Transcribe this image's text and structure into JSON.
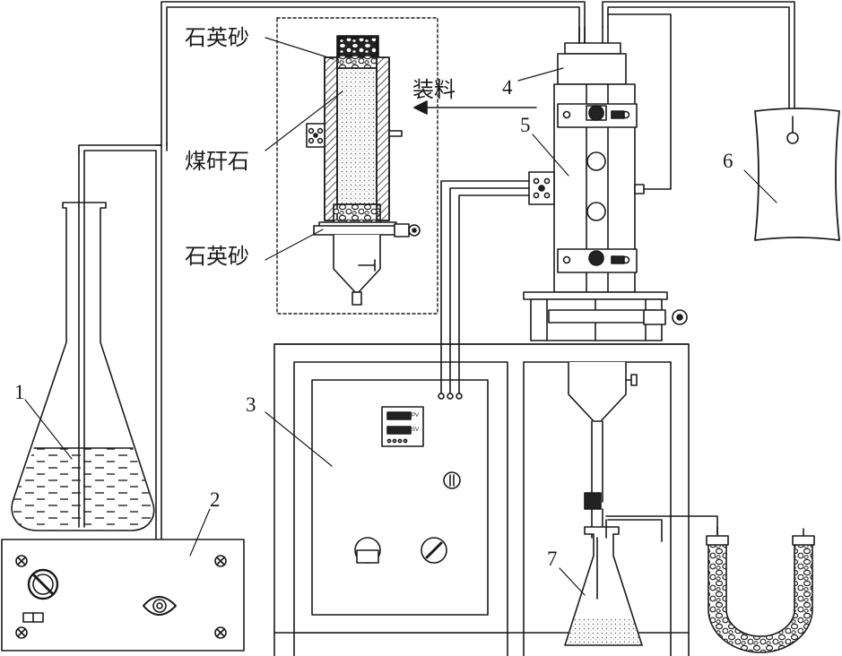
{
  "labels": {
    "quartz_sand_top": "石英砂",
    "coal_gangue": "煤矸石",
    "quartz_sand_bottom": "石英砂",
    "packing": "装料",
    "n1": "1",
    "n2": "2",
    "n3": "3",
    "n4": "4",
    "n5": "5",
    "n6": "6",
    "n7": "7",
    "pv": "PV",
    "sv": "SV"
  },
  "colors": {
    "ink": "#1a1a1a",
    "fill_light": "#f2f2f2",
    "hatch": "#333333"
  }
}
